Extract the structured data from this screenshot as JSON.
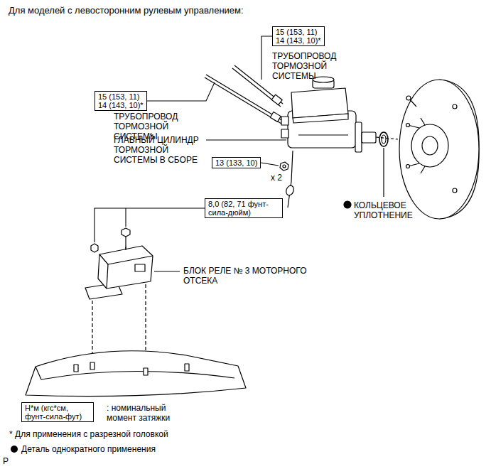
{
  "diagram": {
    "title": "Для моделей с левосторонним рулевым управлением:",
    "nodes": [
      {
        "text": [
          "15 (153, 11)",
          "14 (143, 10)*"
        ]
      },
      {
        "text": [
          "15 (153, 11)",
          "14 (143, 10)*"
        ]
      },
      {
        "text": [
          "13 (133, 10)"
        ]
      },
      {
        "text": [
          "8,0 (82, 71 фунт-сила-дюйм)"
        ]
      },
      {
        "text": [
          "Н*м (кгс*см, фунт-сила-фут)"
        ]
      }
    ],
    "labels": [
      "ТРУБОПРОВОД ТОРМОЗНОЙ СИСТЕМЫ",
      "ТРУБОПРОВОД ТОРМОЗНОЙ СИСТЕМЫ",
      "ГЛАВНЫЙ ЦИЛИНДР ТОРМОЗНОЙ СИСТЕМЫ В СБОРЕ",
      "x 2",
      "КОЛЬЦЕВОЕ УПЛОТНЕНИЕ",
      "БЛОК РЕЛЕ № 3 МОТОРНОГО ОТСЕКА",
      ": номинальный момент затяжки",
      "* Для применения с разрезной головкой",
      "P"
    ],
    "legend": [
      {
        "text": "Деталь однократного применения"
      }
    ]
  }
}
